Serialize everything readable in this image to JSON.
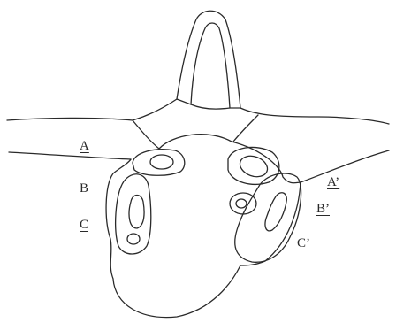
{
  "labels": {
    "a": "A",
    "b": "B",
    "c": "C",
    "a_prime": "A’",
    "b_prime": "B’",
    "c_prime": "C’"
  },
  "colors": {
    "ink": "#2a2a2a",
    "background": "#ffffff"
  }
}
